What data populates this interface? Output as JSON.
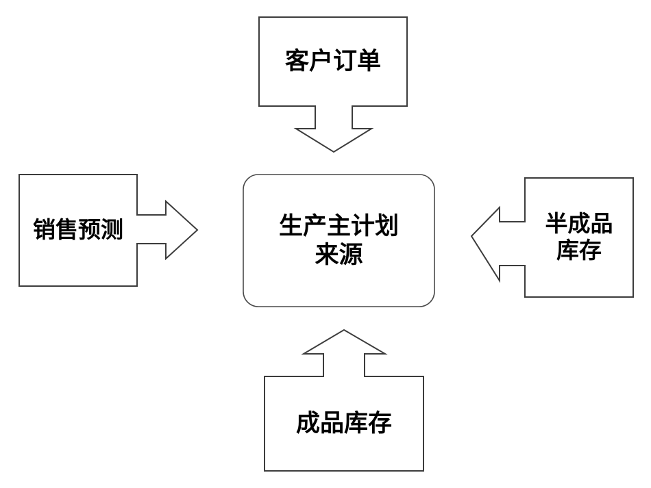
{
  "diagram": {
    "title": "生产主计划来源",
    "type": "hub-and-spoke flow diagram",
    "stroke_color": "#3c3c3c",
    "fill_color": "#ffffff",
    "text_color": "#000000",
    "center": {
      "id": "mps-source",
      "label": "生产主计划\n来源",
      "shape": "rounded-rectangle"
    },
    "nodes": [
      {
        "id": "customer-orders",
        "label": "客户订单",
        "shape": "rectangle",
        "position": "top",
        "arrow_direction": "down"
      },
      {
        "id": "sales-forecast",
        "label": "销售预测",
        "shape": "rectangle",
        "position": "left",
        "arrow_direction": "right"
      },
      {
        "id": "semi-finished-inventory",
        "label": "半成品\n库存",
        "shape": "rectangle",
        "position": "right",
        "arrow_direction": "left"
      },
      {
        "id": "finished-goods-inventory",
        "label": "成品库存",
        "shape": "rectangle",
        "position": "bottom",
        "arrow_direction": "up"
      }
    ],
    "arrows": [
      {
        "id": "arrow-down",
        "from": "customer-orders",
        "to": "mps-source",
        "direction": "down"
      },
      {
        "id": "arrow-right",
        "from": "sales-forecast",
        "to": "mps-source",
        "direction": "right"
      },
      {
        "id": "arrow-left",
        "from": "semi-finished-inventory",
        "to": "mps-source",
        "direction": "left"
      },
      {
        "id": "arrow-up",
        "from": "finished-goods-inventory",
        "to": "mps-source",
        "direction": "up"
      }
    ]
  }
}
